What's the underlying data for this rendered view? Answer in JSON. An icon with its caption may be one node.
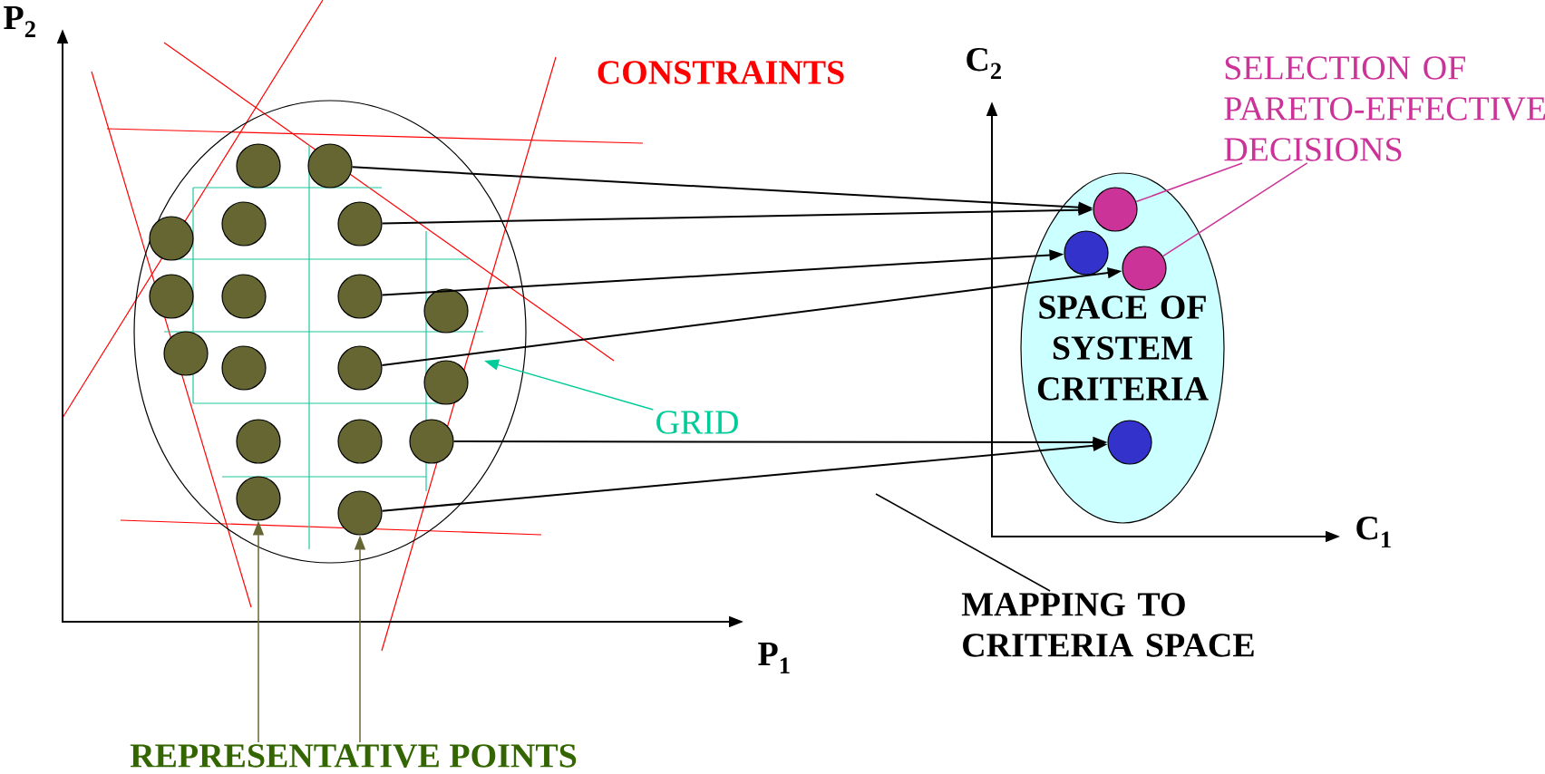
{
  "diagram": {
    "nodes": [
      {
        "text": [],
        "shape": "ellipse"
      },
      {
        "text": [],
        "shape": "circle",
        "in": 0
      },
      {
        "text": [],
        "shape": "circle",
        "in": 0
      },
      {
        "text": [],
        "shape": "circle",
        "in": 0
      },
      {
        "text": [],
        "shape": "circle",
        "in": 0
      },
      {
        "text": [],
        "shape": "circle",
        "in": 0
      },
      {
        "text": [],
        "shape": "circle",
        "in": 0
      },
      {
        "text": [],
        "shape": "circle",
        "in": 0
      },
      {
        "text": [],
        "shape": "circle",
        "in": 0
      },
      {
        "text": [],
        "shape": "circle",
        "in": 0
      },
      {
        "text": [],
        "shape": "circle",
        "in": 0
      },
      {
        "text": [],
        "shape": "circle",
        "in": 0
      },
      {
        "text": [],
        "shape": "circle",
        "in": 0
      },
      {
        "text": [],
        "shape": "circle",
        "in": 0
      },
      {
        "text": [],
        "shape": "circle",
        "in": 0
      },
      {
        "text": [],
        "shape": "circle",
        "in": 0
      },
      {
        "text": [],
        "shape": "circle",
        "in": 0
      },
      {
        "text": [],
        "shape": "circle",
        "in": 0
      },
      {
        "text": [],
        "shape": "circle",
        "in": 0
      },
      {
        "text": [
          "SPACE OF SYSTEM CRITERIA"
        ]
      },
      {
        "text": [],
        "shape": "circle",
        "in": 19
      },
      {
        "text": [],
        "shape": "circle",
        "in": 19
      },
      {
        "text": [],
        "shape": "circle",
        "in": 19
      },
      {
        "text": [],
        "shape": "circle",
        "in": 19
      },
      {
        "text": [
          "SELECTION OF PARETO-EFFECTIVE DECISIONS"
        ]
      },
      {
        "text": [
          "GRID"
        ]
      },
      {
        "text": [
          "MAPPING TO CRITERIA SPACE"
        ]
      },
      {
        "text": [
          "REPRESENTATIVE POINTS"
        ]
      }
    ],
    "edges": [
      {
        "from": 2,
        "to": 20,
        "arrow": "to"
      },
      {
        "from": 5,
        "to": 20,
        "arrow": "to"
      },
      {
        "from": 8,
        "to": 21,
        "arrow": "to"
      },
      {
        "from": 12,
        "to": 22,
        "arrow": "to"
      },
      {
        "from": 16,
        "to": 23,
        "arrow": "to"
      },
      {
        "from": 18,
        "to": 23,
        "arrow": "to"
      },
      {
        "from": 24,
        "to": 20,
        "arrow": "none",
        "color": "#cc3399"
      },
      {
        "from": 24,
        "to": 22,
        "arrow": "none",
        "color": "#cc3399"
      },
      {
        "from": 25,
        "to": null,
        "arrow": "to",
        "color": "#00cc99"
      },
      {
        "from": 26,
        "to": null,
        "arrow": "none"
      },
      {
        "from": 27,
        "to": 17,
        "arrow": "to",
        "color": "#666633"
      },
      {
        "from": 27,
        "to": 18,
        "arrow": "to",
        "color": "#666633"
      }
    ],
    "labels": [
      "P$_{2}$",
      "CONSTRAINTS",
      "C$_{2}$",
      "C$_{1}$",
      "P$_{1}$"
    ]
  }
}
